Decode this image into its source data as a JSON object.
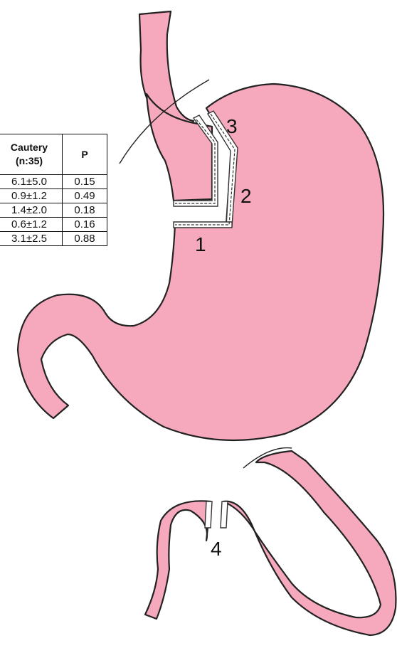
{
  "table": {
    "headers": [
      "Cautery (n:35)",
      "P"
    ],
    "header_lines": [
      [
        "Cautery",
        "(n:35)"
      ],
      [
        "P"
      ]
    ],
    "rows": [
      [
        "6.1±5.0",
        "0.15"
      ],
      [
        "0.9±1.2",
        "0.49"
      ],
      [
        "1.4±2.0",
        "0.18"
      ],
      [
        "0.6±1.2",
        "0.16"
      ],
      [
        "3.1±2.5",
        "0.88"
      ]
    ]
  },
  "labels": {
    "region_1": "1",
    "region_2": "2",
    "region_3": "3",
    "region_4": "4"
  },
  "colors": {
    "tissue": "#f6a9bd",
    "outline": "#222222",
    "staple_line": "#ffffff"
  }
}
